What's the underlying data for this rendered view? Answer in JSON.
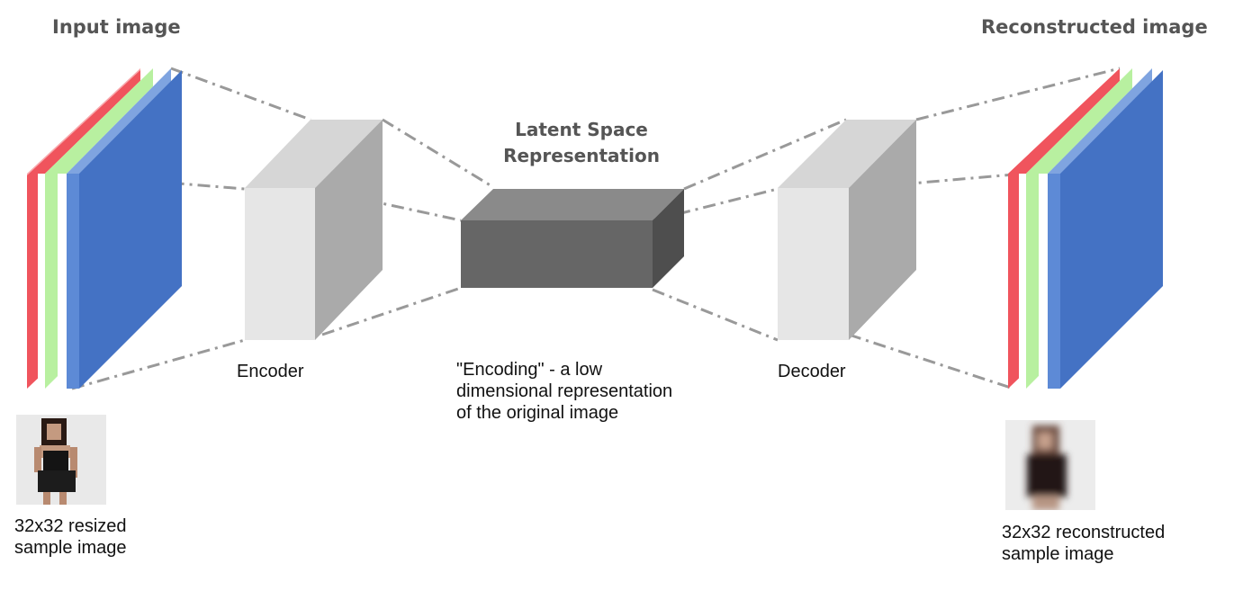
{
  "headings": {
    "input": "Input image",
    "reconstructed": "Reconstructed image",
    "latent_line1": "Latent Space",
    "latent_line2": "Representation"
  },
  "labels": {
    "encoder": "Encoder",
    "decoder": "Decoder",
    "encoding_line1": "\"Encoding\" - a low",
    "encoding_line2": "dimensional representation",
    "encoding_line3": "of the original image",
    "input_caption_line1": "32x32 resized",
    "input_caption_line2": "sample image",
    "output_caption_line1": "32x32 reconstructed",
    "output_caption_line2": "sample image"
  },
  "colors": {
    "red_channel": "#f0545d",
    "green_channel": "#b8f0a0",
    "blue_channel": "#4472c4",
    "encoder_front": "#e6e6e6",
    "latent_front": "#666666",
    "connector": "#999999"
  }
}
